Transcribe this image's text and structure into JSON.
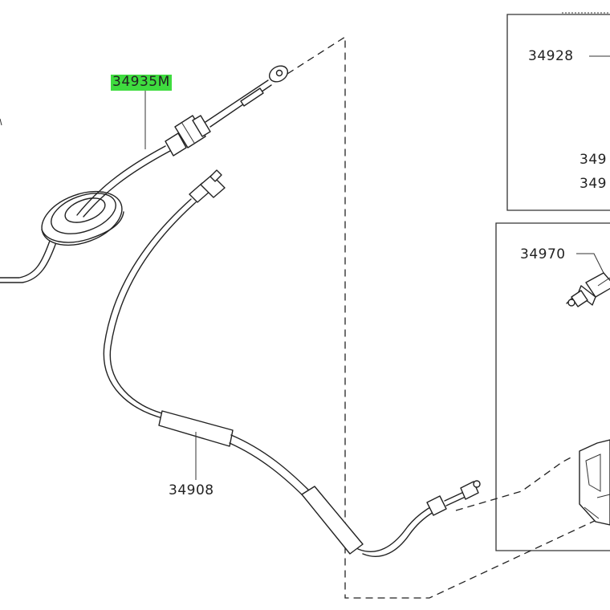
{
  "labels": {
    "p34935m": "34935M",
    "p34928": "34928",
    "p349_a": "349",
    "p349_b": "349",
    "p34970": "34970",
    "p34908": "34908"
  },
  "colors": {
    "highlight": "#3fdc3f",
    "line": "#222222",
    "background": "#ffffff"
  }
}
